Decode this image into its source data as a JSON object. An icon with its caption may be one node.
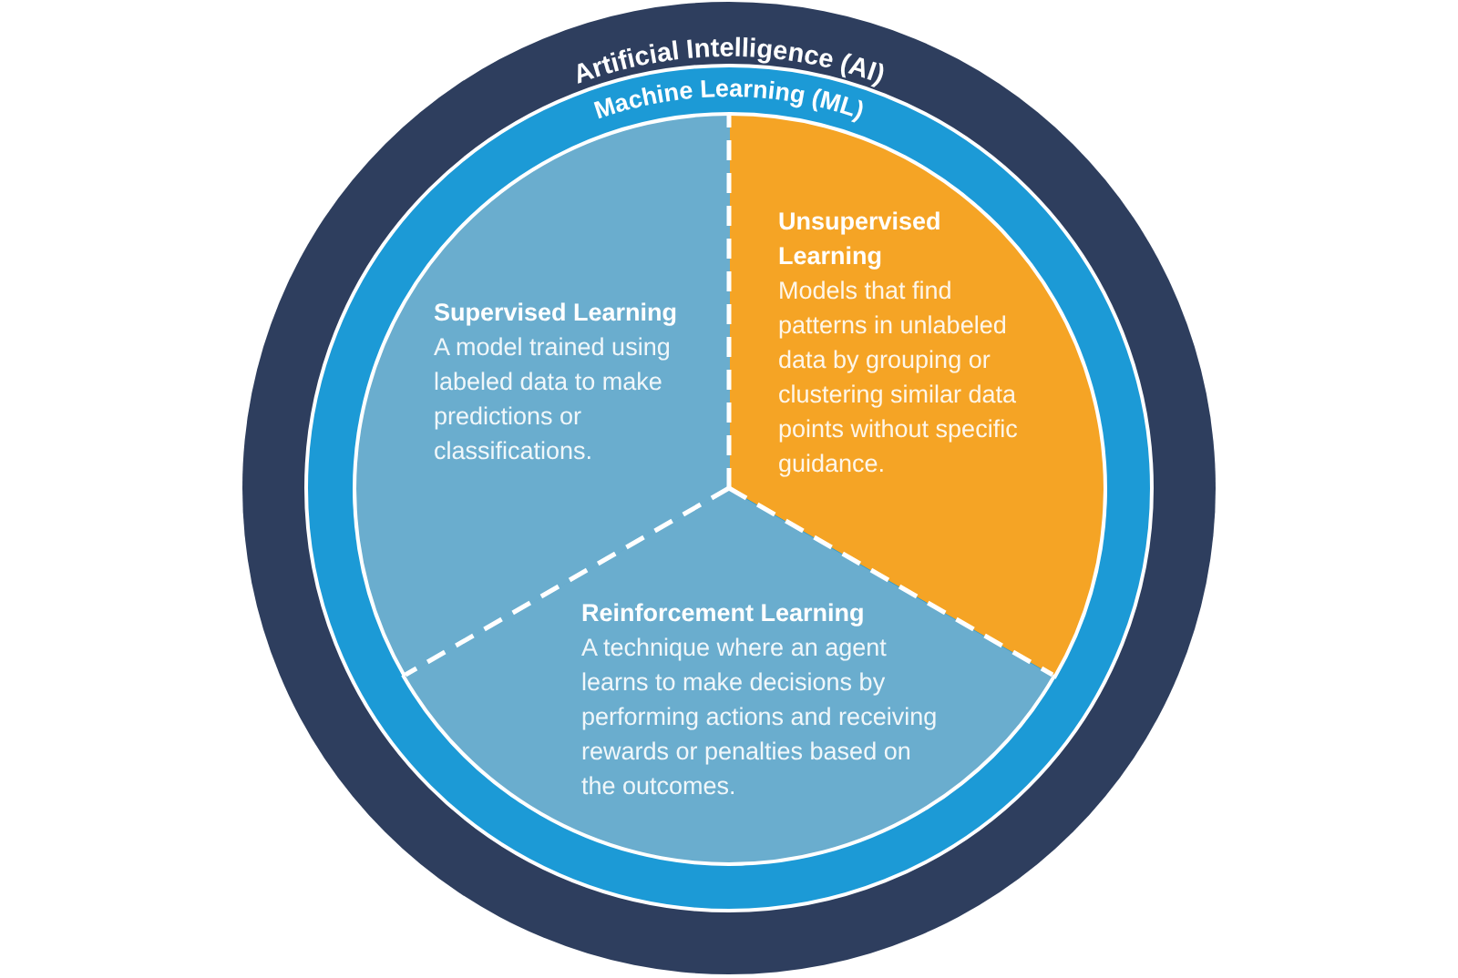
{
  "diagram": {
    "nodes": [
      {
        "text": [
          "Artificial Intelligence (AI)"
        ]
      },
      {
        "text": [
          "Machine Learning (ML)"
        ],
        "in": 0
      },
      {
        "text": [
          "Supervised Learning",
          "A model trained using labeled data to make predictions or classifications."
        ],
        "in": 1
      },
      {
        "text": [
          "Unsupervised Learning",
          "Models that find patterns in unlabeled data by grouping or clustering similar data points without specific guidance."
        ],
        "in": 1
      },
      {
        "text": [
          "Reinforcement Learning",
          "A technique where an agent learns to make decisions by performing actions and receiving rewards or penalties based on the outcomes."
        ],
        "in": 1
      }
    ]
  }
}
